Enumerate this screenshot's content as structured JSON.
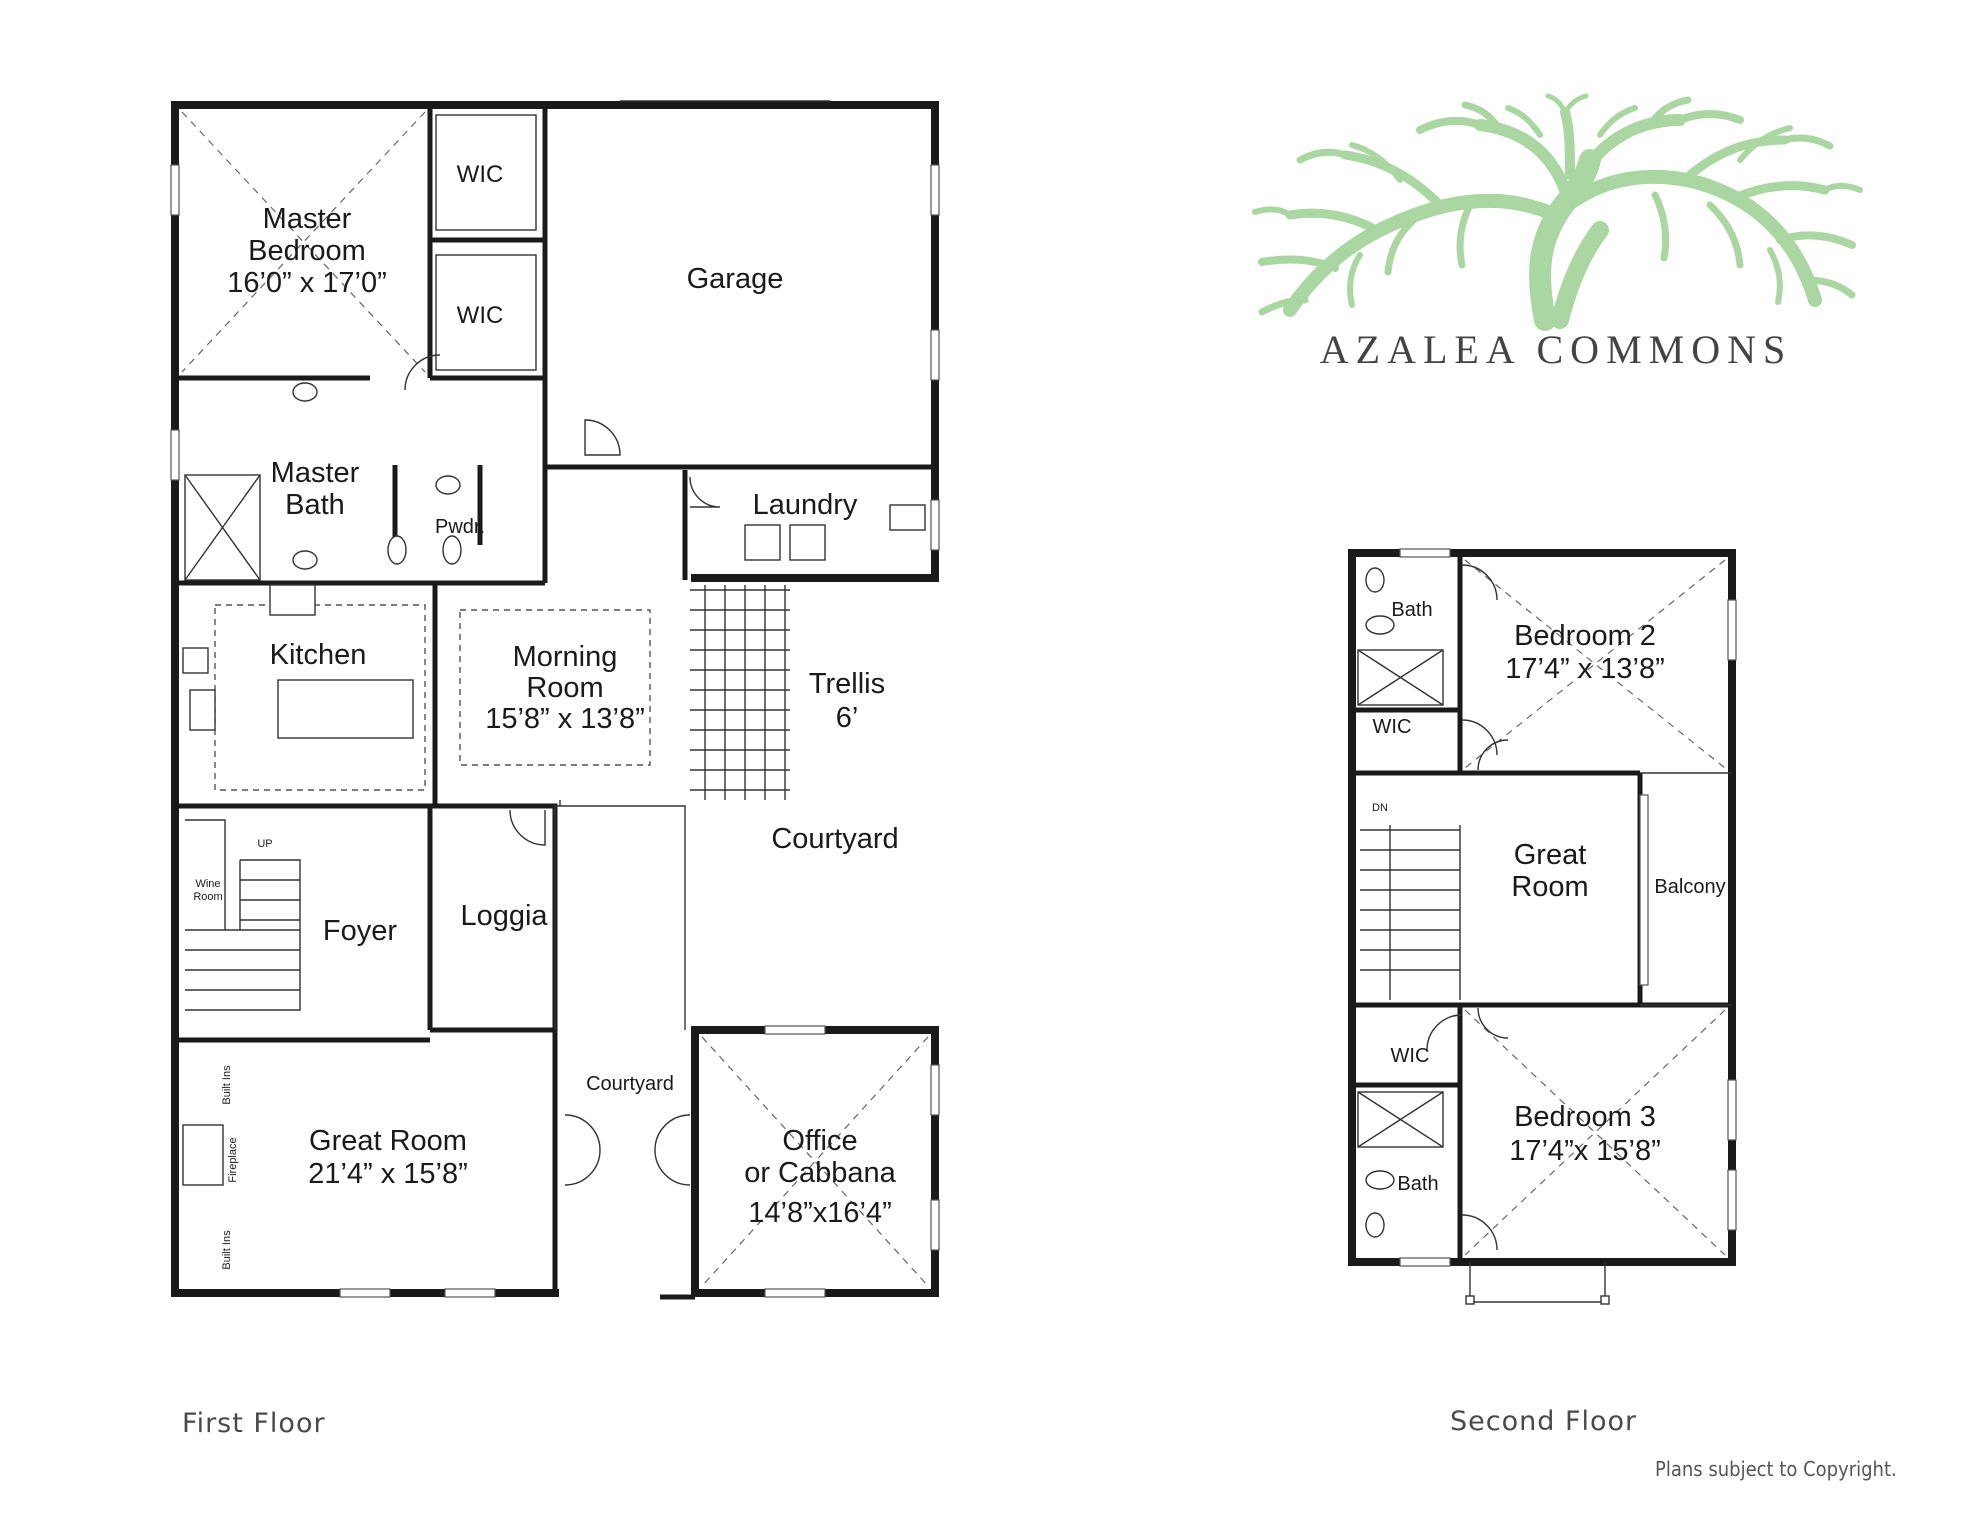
{
  "brand": {
    "name": "AZALEA COMMONS",
    "color": "#a9d6a1",
    "icon": "tree-logo-icon"
  },
  "first_floor": {
    "caption": "First Floor",
    "rooms": {
      "master_bedroom": {
        "name_1": "Master",
        "name_2": "Bedroom",
        "dims": "16’0” x 17’0”"
      },
      "wic_1": {
        "name": "WIC"
      },
      "wic_2": {
        "name": "WIC"
      },
      "garage": {
        "name": "Garage"
      },
      "master_bath": {
        "name_1": "Master",
        "name_2": "Bath"
      },
      "powder": {
        "name": "Pwdr."
      },
      "laundry": {
        "name": "Laundry"
      },
      "kitchen": {
        "name": "Kitchen"
      },
      "morning_room": {
        "name_1": "Morning",
        "name_2": "Room",
        "dims": "15’8” x 13’8”"
      },
      "trellis": {
        "name": "Trellis",
        "dims": "6’"
      },
      "courtyard_main": {
        "name": "Courtyard"
      },
      "wine_room": {
        "name_1": "Wine",
        "name_2": "Room"
      },
      "stair_up": {
        "label": "UP"
      },
      "foyer": {
        "name": "Foyer"
      },
      "loggia": {
        "name": "Loggia"
      },
      "courtyard_small": {
        "name": "Courtyard"
      },
      "built_ins_top": {
        "label": "Built Ins"
      },
      "fireplace": {
        "label": "Fireplace"
      },
      "built_ins_bottom": {
        "label": "Built Ins"
      },
      "great_room": {
        "name": "Great Room",
        "dims": "21’4” x 15’8”"
      },
      "office": {
        "name_1": "Office",
        "name_2": "or Cabbana",
        "dims": "14’8”x16’4”"
      }
    }
  },
  "second_floor": {
    "caption": "Second Floor",
    "rooms": {
      "bath_1": {
        "name": "Bath"
      },
      "bedroom_2": {
        "name": "Bedroom 2",
        "dims": "17’4” x 13’8”"
      },
      "wic_1": {
        "name": "WIC"
      },
      "stair_down": {
        "label": "DN"
      },
      "great_room": {
        "name_1": "Great",
        "name_2": "Room"
      },
      "balcony": {
        "name": "Balcony"
      },
      "wic_2": {
        "name": "WIC"
      },
      "bedroom_3": {
        "name": "Bedroom 3",
        "dims": "17’4”x 15’8”"
      },
      "bath_2": {
        "name": "Bath"
      }
    }
  },
  "footer": {
    "copyright": "Plans subject to Copyright."
  }
}
